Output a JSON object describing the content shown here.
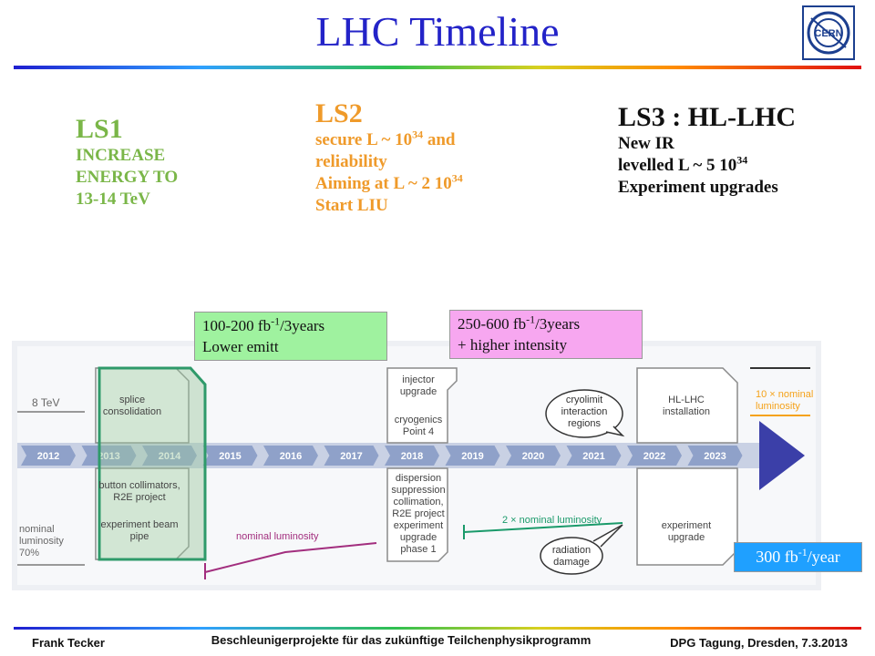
{
  "title": "LHC Timeline",
  "ls1": {
    "heading": "LS1",
    "lines": [
      "INCREASE",
      "ENERGY TO",
      "13-14 TeV"
    ]
  },
  "ls2": {
    "heading": "LS2",
    "line1_a": "secure L ~ 10",
    "line1_sup": "34",
    "line1_b": " and",
    "line2": "reliability",
    "line3_a": "Aiming at L ~ 2 10",
    "line3_sup": "34",
    "line4": "Start LIU"
  },
  "ls3": {
    "heading": "LS3 : HL-LHC",
    "line1": "New IR",
    "line2_a": "levelled L ~ 5 10",
    "line2_sup": "34",
    "line3": "Experiment upgrades"
  },
  "box_green": {
    "value_a": "100-200 fb",
    "value_sup": "-1",
    "value_b": "/3years",
    "line2": "Lower emitt"
  },
  "box_pink": {
    "value_a": "250-600 fb",
    "value_sup": "-1",
    "value_b": "/3years",
    "line2": "+ higher intensity"
  },
  "box_blue": {
    "value_a": "300 fb",
    "value_sup": "-1",
    "value_b": "/year"
  },
  "timeline": {
    "years": [
      "2012",
      "2013",
      "2014",
      "2015",
      "2016",
      "2017",
      "2018",
      "2019",
      "2020",
      "2021",
      "2022",
      "2023"
    ],
    "energy_label": "8 TeV",
    "nominal_start": [
      "nominal",
      "luminosity",
      "70%"
    ],
    "ls1_top": [
      "splice",
      "consolidation"
    ],
    "ls1_bottom": [
      "button collimators,",
      "R2E project",
      "",
      "experiment beam",
      "pipe"
    ],
    "nominal_label": "nominal luminosity",
    "ls2_top": [
      "injector",
      "upgrade",
      "",
      "cryogenics",
      "Point 4"
    ],
    "ls2_bottom": [
      "dispersion",
      "suppression",
      "collimation,",
      "R2E project",
      "experiment",
      "upgrade",
      "phase 1"
    ],
    "double_label": "2 × nominal luminosity",
    "cryo_bubble": [
      "cryolimit",
      "interaction",
      "regions"
    ],
    "radiation_bubble": [
      "radiation",
      "damage"
    ],
    "ls3_top": [
      "HL-LHC",
      "installation"
    ],
    "ls3_bottom": [
      "experiment",
      "upgrade"
    ],
    "ten_x": [
      "10 × nominal",
      "luminosity"
    ]
  },
  "colors": {
    "title": "#2323c8",
    "ls1": "#7ab648",
    "ls2": "#ef9a2a",
    "year_bar": "#8fa1c9",
    "year_text": "#ffffff",
    "arrow": "#3b3fa8",
    "purple": "#a22e7e",
    "green_line": "#1a9a6a",
    "orange": "#f5a21a"
  },
  "footer": {
    "left": "Frank Tecker",
    "center": "Beschleunigerprojekte für das zukünftige Teilchenphysikprogramm",
    "right": "DPG Tagung, Dresden, 7.3.2013"
  },
  "logo": {
    "text": "CERN"
  }
}
